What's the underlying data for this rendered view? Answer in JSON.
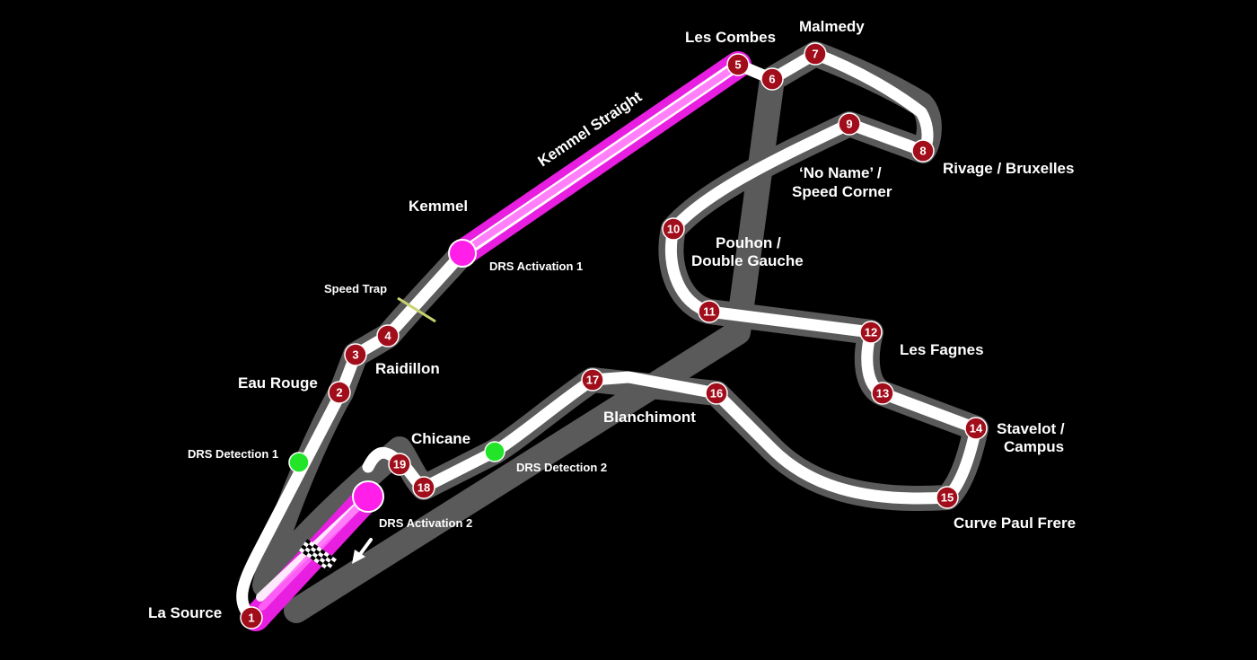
{
  "colors": {
    "background": "#000000",
    "track": "#ffffff",
    "track_outline": "#5a5a5a",
    "drs_zone": "#e81ee0",
    "drs_activation": "#ff1fe8",
    "drs_detection": "#22e52a",
    "turn_marker": "#a10d1a",
    "speed_trap": "#c8d26e"
  },
  "turns": [
    "1",
    "2",
    "3",
    "4",
    "5",
    "6",
    "7",
    "8",
    "9",
    "10",
    "11",
    "12",
    "13",
    "14",
    "15",
    "16",
    "17",
    "18",
    "19"
  ],
  "corner_names": {
    "la_source": "La Source",
    "eau_rouge": "Eau Rouge",
    "raidillon": "Raidillon",
    "kemmel": "Kemmel",
    "kemmel_straight": "Kemmel Straight",
    "les_combes": "Les Combes",
    "malmedy": "Malmedy",
    "rivage_bruxelles": "Rivage / Bruxelles",
    "no_name_line1": "‘No Name’ /",
    "no_name_line2": "Speed Corner",
    "pouhon_line1": "Pouhon /",
    "pouhon_line2": "Double Gauche",
    "les_fagnes": "Les Fagnes",
    "stavelot_line1": "Stavelot /",
    "stavelot_line2": "Campus",
    "curve_paul_frere": "Curve Paul Frere",
    "blanchimont": "Blanchimont",
    "chicane": "Chicane"
  },
  "markers": {
    "speed_trap": "Speed Trap",
    "drs_activation_1": "DRS Activation 1",
    "drs_activation_2": "DRS Activation 2",
    "drs_detection_1": "DRS Detection 1",
    "drs_detection_2": "DRS Detection 2"
  },
  "icons": {
    "finish": "checkered-flag-icon",
    "direction": "arrow-down-left-icon"
  }
}
